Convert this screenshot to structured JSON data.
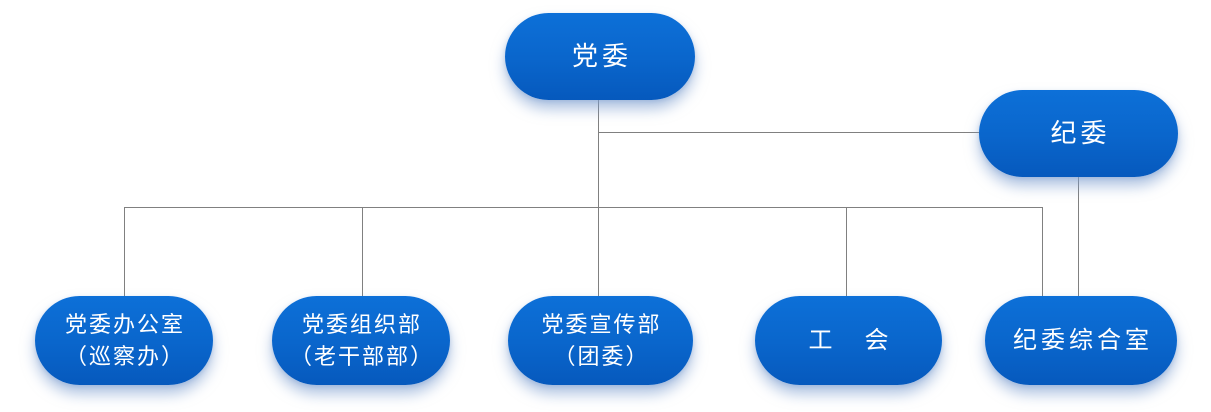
{
  "diagram": {
    "type": "org-chart",
    "colors": {
      "node_fill_top": "#0d70d8",
      "node_fill_bottom": "#0659bd",
      "node_text": "#ffffff",
      "connector": "#808080",
      "background": "#ffffff"
    },
    "nodes": {
      "dangwei": {
        "label": "党委"
      },
      "jiwei": {
        "label": "纪委"
      },
      "bangongshi": {
        "line1": "党委办公室",
        "line2": "（巡察办）"
      },
      "zuzhibu": {
        "line1": "党委组织部",
        "line2": "（老干部部）"
      },
      "xuanchuanbu": {
        "line1": "党委宣传部",
        "line2": "（团委）"
      },
      "gonghui": {
        "label": "工　会"
      },
      "zongheshi": {
        "label": "纪委综合室"
      }
    },
    "edges": [
      {
        "from": "党委",
        "to": "纪委"
      },
      {
        "from": "党委",
        "to": "党委办公室（巡察办）"
      },
      {
        "from": "党委",
        "to": "党委组织部（老干部部）"
      },
      {
        "from": "党委",
        "to": "党委宣传部（团委）"
      },
      {
        "from": "党委",
        "to": "工　会"
      },
      {
        "from": "党委",
        "to": "纪委综合室"
      },
      {
        "from": "纪委",
        "to": "纪委综合室"
      }
    ]
  }
}
